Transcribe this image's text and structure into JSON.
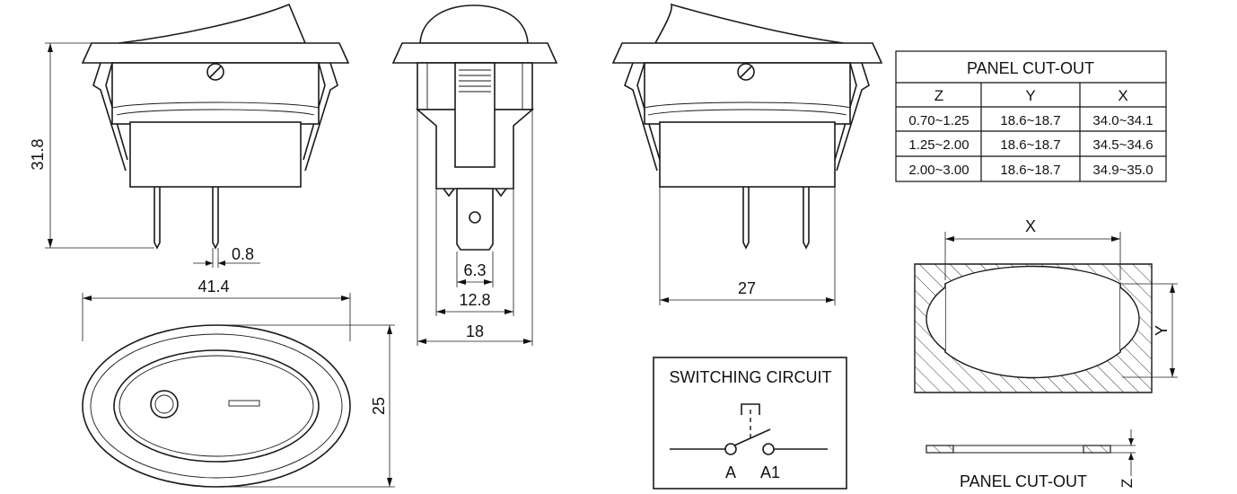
{
  "dimensions": {
    "height": "31.8",
    "pin_thickness": "0.8",
    "length": "41.4",
    "terminal_width": "6.3",
    "body_width": "12.8",
    "overall_width": "18",
    "body_length": "27",
    "top_width": "25"
  },
  "cutout_table": {
    "title": "PANEL CUT-OUT",
    "headers": [
      "Z",
      "Y",
      "X"
    ],
    "rows": [
      [
        "0.70~1.25",
        "18.6~18.7",
        "34.0~34.1"
      ],
      [
        "1.25~2.00",
        "18.6~18.7",
        "34.5~34.6"
      ],
      [
        "2.00~3.00",
        "18.6~18.7",
        "34.9~35.0"
      ]
    ]
  },
  "circuit": {
    "title": "SWITCHING CIRCUIT",
    "terminal_a": "A",
    "terminal_a1": "A1"
  },
  "cutout_drawing": {
    "x_label": "X",
    "y_label": "Y",
    "z_label": "Z",
    "caption": "PANEL CUT-OUT"
  }
}
